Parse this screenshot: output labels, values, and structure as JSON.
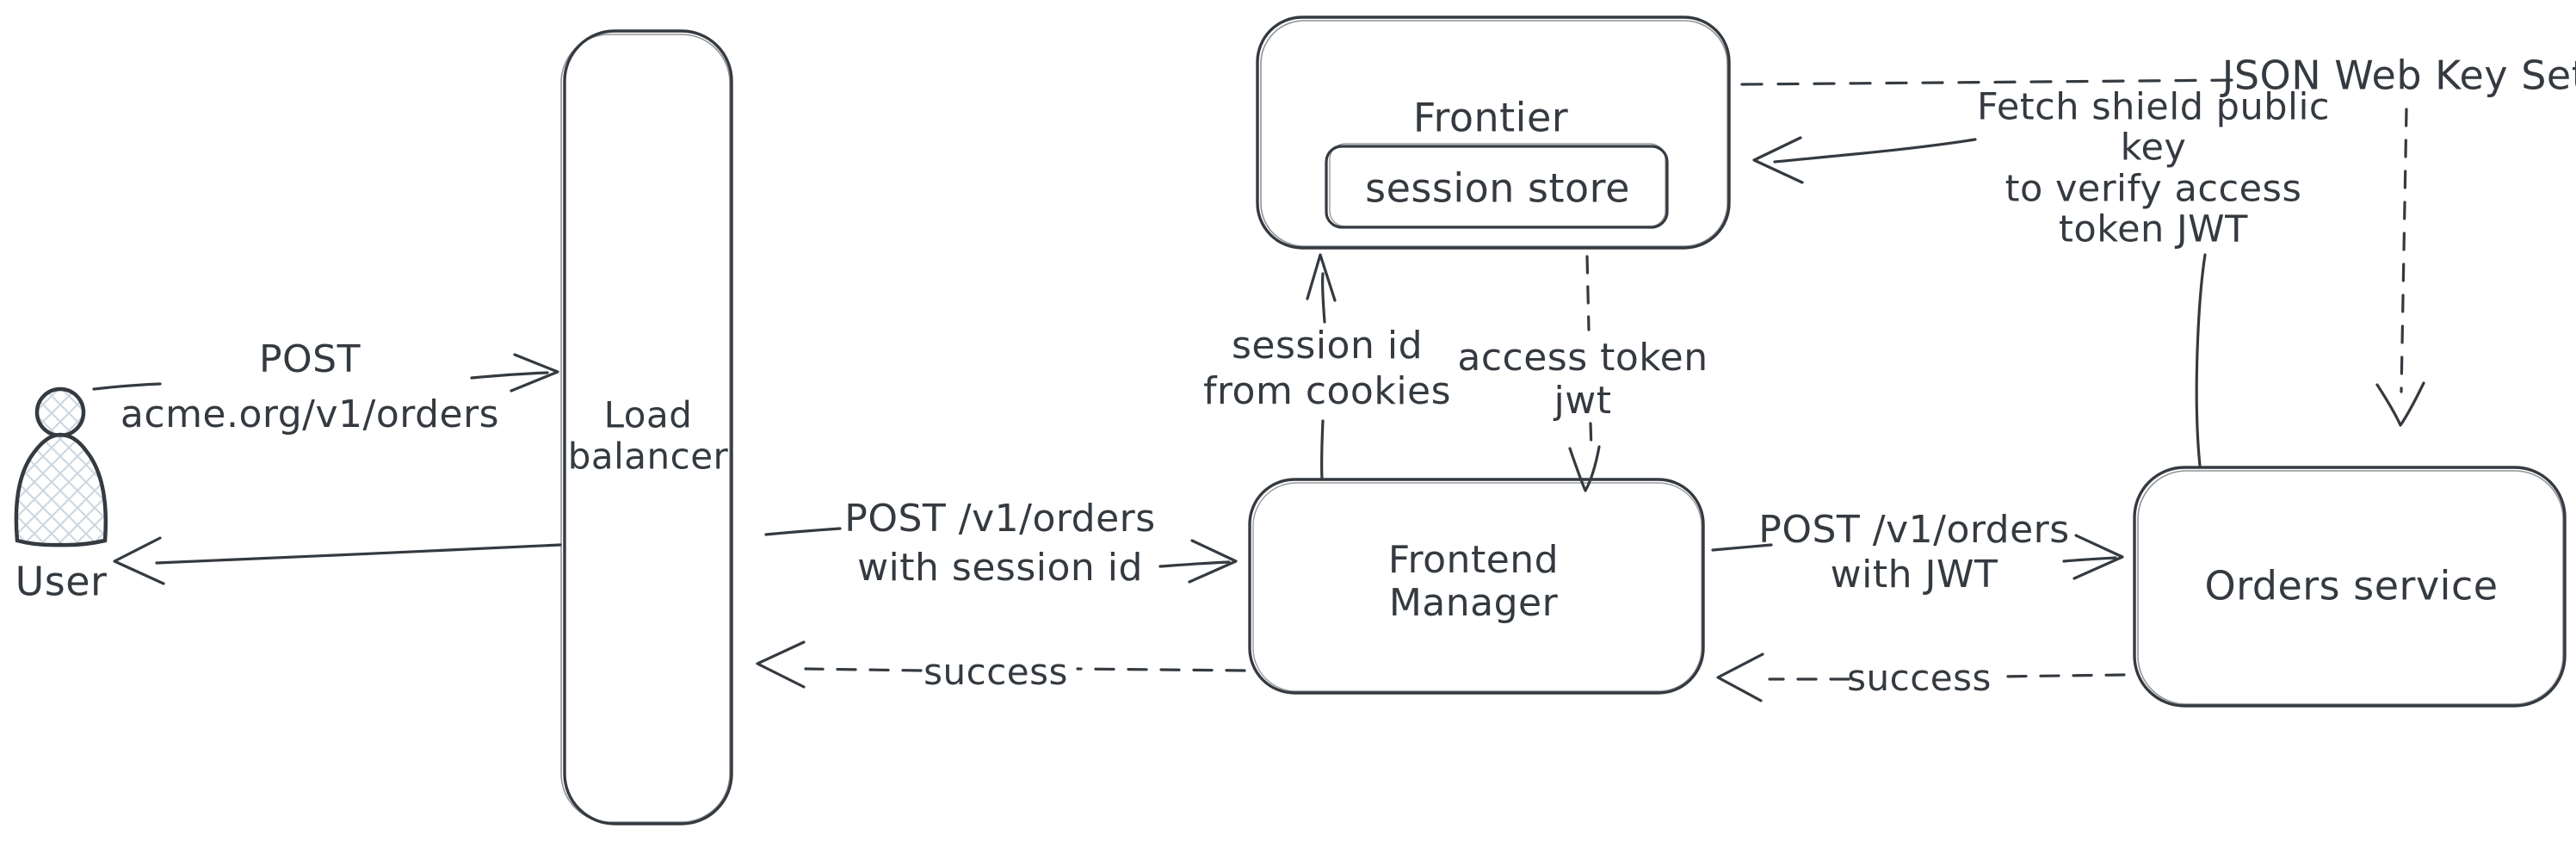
{
  "diagram": {
    "background_color": "#ffffff",
    "stroke_color": "#343a40",
    "hatch_fill_color": "#cfd8e0",
    "nodes": {
      "user": {
        "label": "User",
        "type": "actor"
      },
      "load_balancer": {
        "label": "Load\nbalancer",
        "type": "box"
      },
      "frontier": {
        "label": "Frontier",
        "type": "box"
      },
      "session_store": {
        "label": "session store",
        "type": "box-nested-in-frontier"
      },
      "frontend_manager": {
        "label": "Frontend\nManager",
        "type": "box"
      },
      "orders_service": {
        "label": "Orders service",
        "type": "box"
      },
      "json_web_key_set": {
        "label": "JSON Web Key Set",
        "type": "text-node"
      }
    },
    "edges": {
      "user_to_load_balancer": {
        "label": "POST\nacme.org/v1/orders",
        "style": "solid",
        "from": "user",
        "to": "load_balancer"
      },
      "load_balancer_to_user": {
        "label": "",
        "style": "solid",
        "from": "load_balancer",
        "to": "user"
      },
      "load_balancer_to_frontend_manager": {
        "label": "POST /v1/orders\nwith session id",
        "style": "solid",
        "from": "load_balancer",
        "to": "frontend_manager"
      },
      "frontend_manager_to_load_balancer": {
        "label": "success",
        "style": "dashed",
        "from": "frontend_manager",
        "to": "load_balancer"
      },
      "frontend_manager_to_frontier": {
        "label": "session id\nfrom cookies",
        "style": "solid",
        "from": "frontend_manager",
        "to": "frontier"
      },
      "frontier_to_frontend_manager": {
        "label": "access token\njwt",
        "style": "dashed",
        "from": "frontier",
        "to": "frontend_manager"
      },
      "frontend_manager_to_orders_service": {
        "label": "POST /v1/orders\nwith JWT",
        "style": "solid",
        "from": "frontend_manager",
        "to": "orders_service"
      },
      "orders_service_to_frontend_manager": {
        "label": "success",
        "style": "dashed",
        "from": "orders_service",
        "to": "frontend_manager"
      },
      "orders_service_to_frontier": {
        "label": "Fetch shield public key\nto verify access\ntoken JWT",
        "style": "solid",
        "from": "orders_service",
        "to": "frontier"
      },
      "json_web_key_set_to_frontier": {
        "label": "",
        "style": "dashed",
        "from": "json_web_key_set",
        "to": "frontier"
      },
      "json_web_key_set_to_orders_service": {
        "label": "",
        "style": "dashed",
        "from": "json_web_key_set",
        "to": "orders_service"
      }
    }
  }
}
